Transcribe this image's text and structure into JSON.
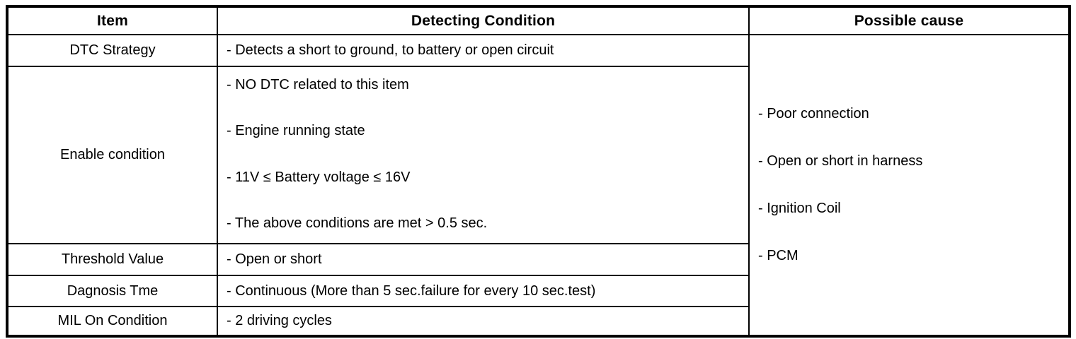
{
  "colors": {
    "border": "#000000",
    "background": "#ffffff",
    "text": "#000000"
  },
  "table": {
    "headers": {
      "item": "Item",
      "detecting_condition": "Detecting Condition",
      "possible_cause": "Possible cause"
    },
    "rows": {
      "dtc_strategy": {
        "item": "DTC Strategy",
        "conditions": [
          "- Detects a short to ground, to battery or open circuit"
        ]
      },
      "enable_condition": {
        "item": "Enable condition",
        "conditions": [
          "- NO DTC related to this item",
          "- Engine running state",
          "- 11V ≤ Battery voltage ≤ 16V",
          "- The above conditions are met > 0.5 sec."
        ]
      },
      "threshold_value": {
        "item": "Threshold Value",
        "conditions": [
          "- Open or short"
        ]
      },
      "diagnosis_time": {
        "item": "Dagnosis Tme",
        "conditions": [
          "- Continuous (More than 5 sec.failure for every 10 sec.test)"
        ]
      },
      "mil_on_condition": {
        "item": "MIL On Condition",
        "conditions": [
          "- 2 driving cycles"
        ]
      }
    },
    "possible_causes": [
      "- Poor connection",
      "- Open or short in harness",
      "- Ignition Coil",
      "- PCM"
    ]
  }
}
